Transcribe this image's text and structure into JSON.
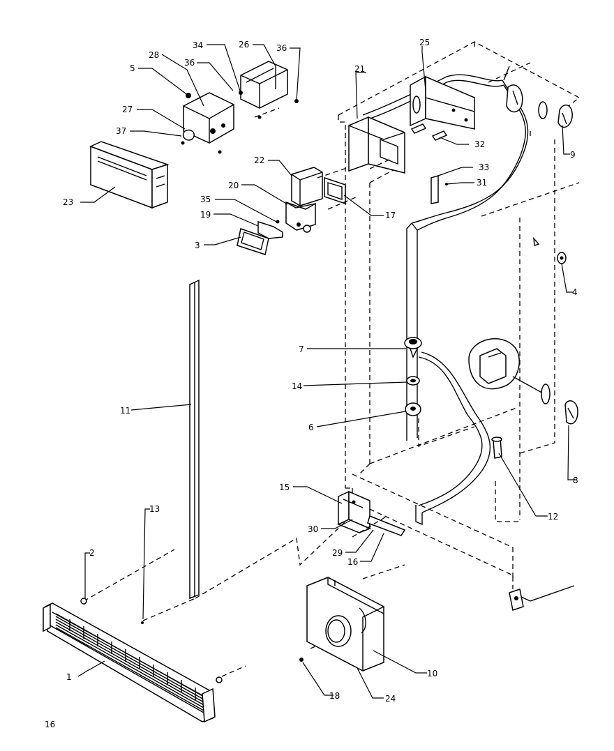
{
  "diagram": {
    "page_number": "16",
    "callouts": {
      "c1": "1",
      "c2": "2",
      "c3": "3",
      "c4": "4",
      "c5": "5",
      "c6": "6",
      "c7": "7",
      "c8": "8",
      "c9": "9",
      "c10": "10",
      "c11": "11",
      "c12": "12",
      "c13": "13",
      "c14": "14",
      "c15": "15",
      "c16a": "16",
      "c16b": "16",
      "c17": "17",
      "c18": "18",
      "c19": "19",
      "c20": "20",
      "c21": "21",
      "c22": "22",
      "c23": "23",
      "c24": "24",
      "c25": "25",
      "c26": "26",
      "c27": "27",
      "c28": "28",
      "c29": "29",
      "c30": "30",
      "c31": "31",
      "c32": "32",
      "c33": "33",
      "c34": "34",
      "c35": "35",
      "c36a": "36",
      "c36b": "36",
      "c37": "37"
    }
  }
}
